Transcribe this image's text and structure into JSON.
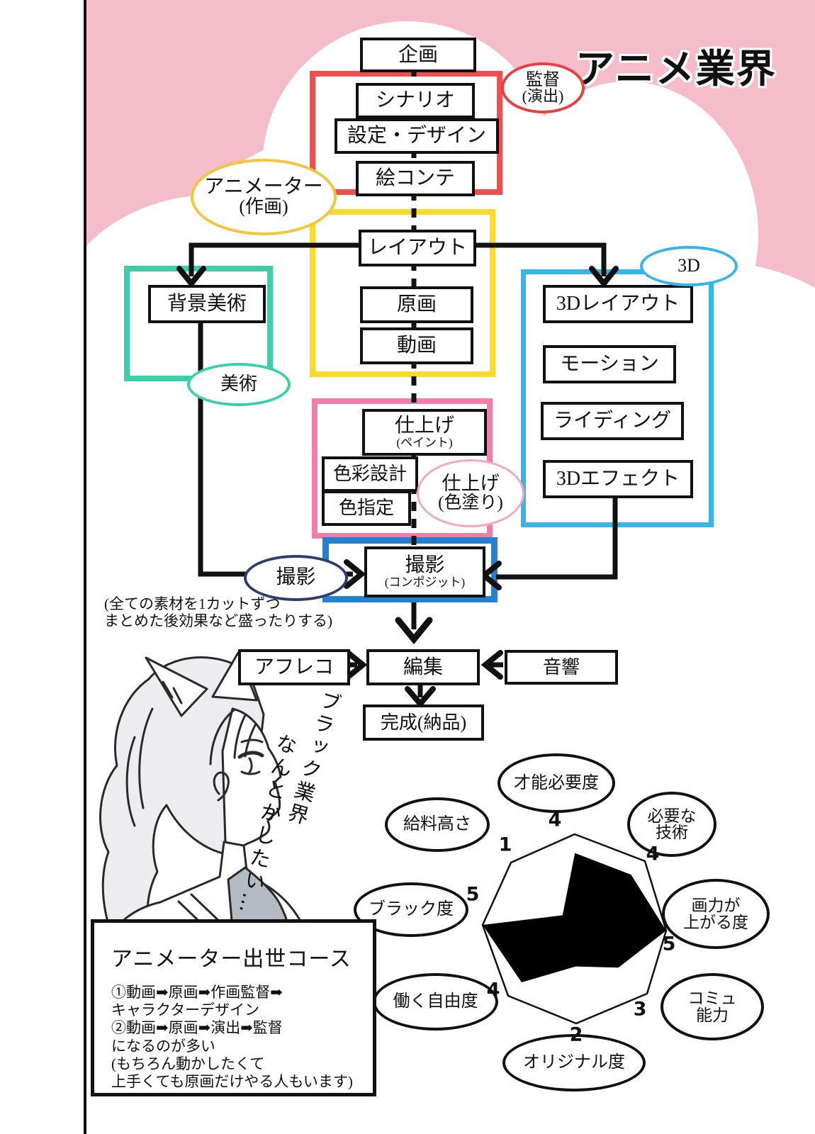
{
  "page": {
    "title": "アニメ業界"
  },
  "colors": {
    "bg_pink": "#f5bcca",
    "red": "#ef4f4e",
    "gold": "#f2c53d",
    "yellow": "#ffd92b",
    "teal": "#3dcfa9",
    "cyan": "#35b5e9",
    "pink": "#f07fa8",
    "pale_pink": "#f5a8bd",
    "blue": "#2281d0",
    "navy": "#2e3d6e",
    "ink": "#111111"
  },
  "flow": {
    "planning": "企画",
    "scenario": "シナリオ",
    "design": "設定・デザイン",
    "storyboard": "絵コンテ",
    "layout": "レイアウト",
    "keyframe": "原画",
    "inbetween": "動画",
    "background_art": "背景美術",
    "threed_layout": "3Dレイアウト",
    "motion": "モーション",
    "riding": "ライディング",
    "threed_effect": "3Dエフェクト",
    "finishing_main": "仕上げ",
    "finishing_sub": "(ペイント)",
    "color_design": "色彩設計",
    "color_spec": "色指定",
    "compositing_main": "撮影",
    "compositing_sub": "(コンポジット)",
    "dubbing": "アフレコ",
    "editing": "編集",
    "sound": "音響",
    "complete": "完成(納品)"
  },
  "role_labels": {
    "director_1": "監督",
    "director_2": "(演出)",
    "animator_1": "アニメーター",
    "animator_2": "(作画)",
    "art": "美術",
    "threed": "3D",
    "finishing_1": "仕上げ",
    "finishing_2": "(色塗り)",
    "photography": "撮影"
  },
  "note": {
    "line1": "(全ての素材を1カットずつ",
    "line2": "まとめた後効果など盛ったりする)"
  },
  "handwriting": {
    "line1": "ブラック業界",
    "line2": "なんとかしたい…"
  },
  "career_box": {
    "title": "アニメーター出世コース",
    "lines": [
      "①動画➡原画➡作画監督➡",
      "キャラクターデザイン",
      "②動画➡原画➡演出➡監督",
      "になるのが多い",
      "(もちろん動かしたくて",
      "上手くても原画だけやる人もいます)"
    ]
  },
  "chart_data": {
    "type": "radar",
    "title": "",
    "categories": [
      "才能必要度",
      "必要な技術",
      "画力が上がる度",
      "コミュ能力",
      "オリジナル度",
      "働く自由度",
      "ブラック度",
      "給料高さ"
    ],
    "values": [
      4,
      4,
      5,
      3,
      2,
      4,
      5,
      1
    ],
    "max": 5,
    "sides": 8,
    "fill": "#000000",
    "labels_two_line": {
      "necessary_skill": [
        "必要な",
        "技術"
      ],
      "drawing_up": [
        "画力が",
        "上がる度"
      ],
      "commu": [
        "コミュ",
        "能力"
      ]
    }
  }
}
